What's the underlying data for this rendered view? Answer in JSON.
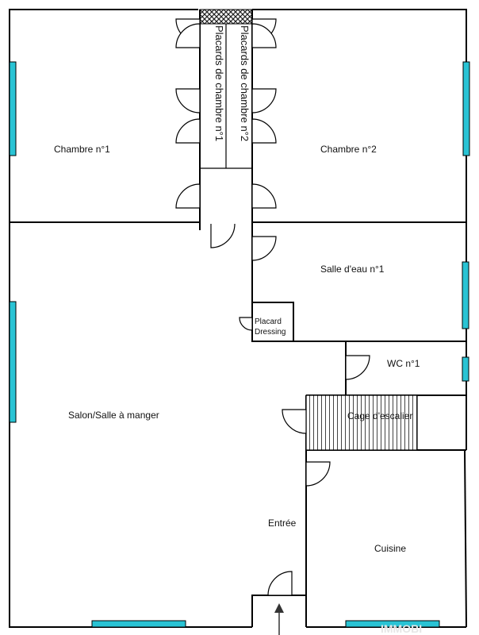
{
  "rooms": {
    "chambre1": "Chambre n°1",
    "chambre2": "Chambre n°2",
    "salle_eau": "Salle d'eau n°1",
    "placard_line1": "Placard",
    "placard_line2": "Dressing",
    "wc": "WC n°1",
    "cage": "Cage d'escalier",
    "salon": "Salon/Salle à manger",
    "entree": "Entrée",
    "cuisine": "Cuisine",
    "placards1": "Placards de chambre n°1",
    "placards2": "Placards de chambre n°2"
  },
  "watermark": "IMMOBI",
  "colors": {
    "window": "#29c3d4",
    "wall": "#000000",
    "hatch": "#333333"
  }
}
